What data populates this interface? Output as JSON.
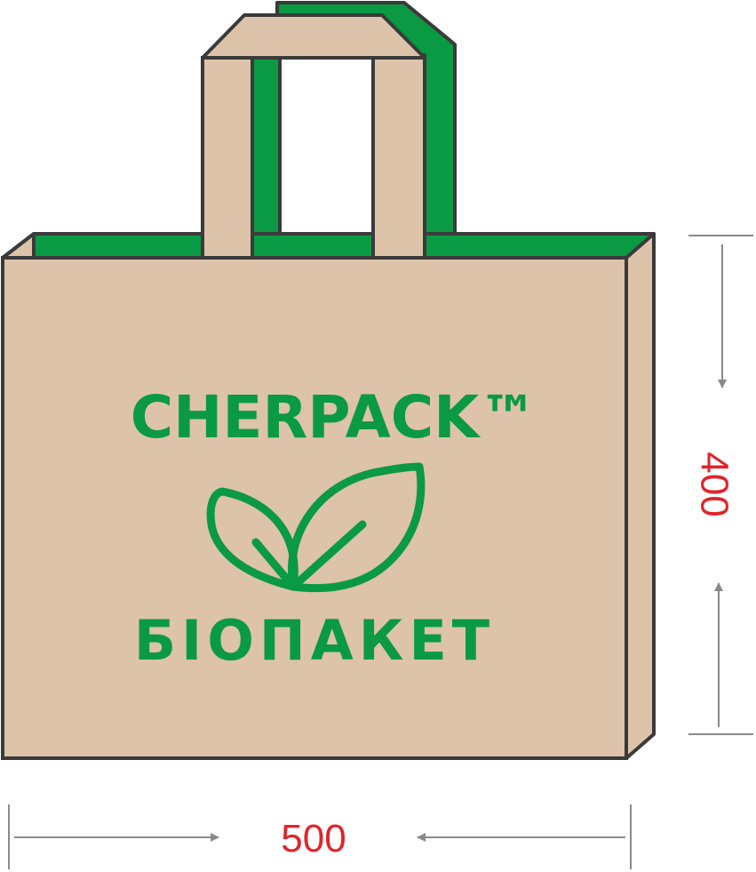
{
  "product": {
    "brand": "CHERPACK™",
    "subtitle": "БІОПАКЕТ"
  },
  "dimensions": {
    "width_label": "500",
    "height_label": "400"
  },
  "colors": {
    "kraft": "#dcc3a9",
    "green": "#0a9a43",
    "outline": "#3a3a3a",
    "dimension_text": "#e0242b",
    "dimension_line": "#8a8a8a"
  },
  "icons": {
    "logo": "leaf-sprout-icon"
  }
}
